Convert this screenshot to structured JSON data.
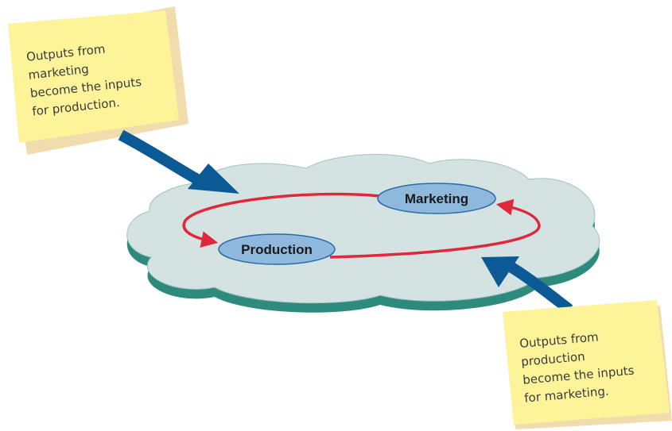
{
  "nodes": {
    "marketing": {
      "label": "Marketing"
    },
    "production": {
      "label": "Production"
    }
  },
  "notes": {
    "top_left": {
      "lines": [
        "Outputs from",
        "marketing",
        "become the inputs",
        "for production."
      ]
    },
    "bottom_right": {
      "lines": [
        "Outputs from",
        "production",
        "become the inputs",
        "for marketing."
      ]
    }
  },
  "colors": {
    "cloud_fill": "#d4e3e2",
    "cloud_edge": "#2d8a7c",
    "cycle_arrow": "#e0283c",
    "input_arrow": "#0b5a96",
    "node_fill": "#8fb8dd",
    "node_stroke": "#2a6aa8",
    "note_fill": "#fdf49a",
    "note_shadow": "#f1dcae"
  }
}
